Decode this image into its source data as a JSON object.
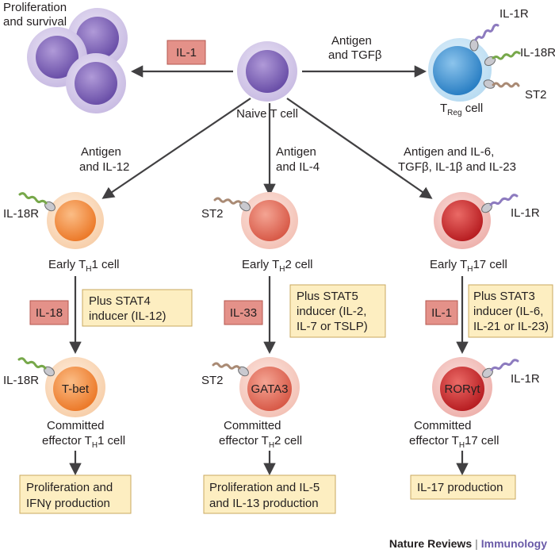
{
  "colors": {
    "purple_cell": "#8a6fc0",
    "treg_cell": "#3a8fd0",
    "th1_cell": "#f08a3c",
    "th2_cell": "#e06a58",
    "th17_cell": "#c8282a",
    "cytokine_box": "#e49189",
    "note_box": "#fdeec1",
    "arrow": "#414042"
  },
  "top": {
    "prolif_label": [
      "Proliferation",
      "and survival"
    ],
    "il1_box": "IL-1",
    "naive_label": "Naive T cell",
    "treg_arrow_label": [
      "Antigen",
      "and TGFβ"
    ],
    "treg_receptors": [
      "IL-1R",
      "IL-18R",
      "ST2"
    ],
    "treg_label_main": "T",
    "treg_label_sub": "Reg",
    "treg_label_tail": " cell"
  },
  "branches": [
    {
      "arrow_label": [
        "Antigen",
        "and IL-12"
      ],
      "receptor": "IL-18R",
      "early_main": "Early T",
      "early_sub": "H",
      "early_tail": "1 cell",
      "cytokine": "IL-18",
      "inducer": [
        "Plus STAT4",
        "inducer (IL-12)"
      ],
      "tf": "T-bet",
      "committed": "Committed",
      "effector_main": "effector T",
      "effector_sub": "H",
      "effector_tail": "1 cell",
      "outcome": [
        "Proliferation and",
        "IFNγ production"
      ]
    },
    {
      "arrow_label": [
        "Antigen",
        "and IL-4"
      ],
      "receptor": "ST2",
      "early_main": "Early T",
      "early_sub": "H",
      "early_tail": "2 cell",
      "cytokine": "IL-33",
      "inducer": [
        "Plus STAT5",
        "inducer (IL-2,",
        "IL-7 or TSLP)"
      ],
      "tf": "GATA3",
      "committed": "Committed",
      "effector_main": "effector T",
      "effector_sub": "H",
      "effector_tail": "2 cell",
      "outcome": [
        "Proliferation and IL-5",
        "and IL-13 production"
      ]
    },
    {
      "arrow_label": [
        "Antigen and IL-6,",
        "TGFβ, IL-1β and IL-23"
      ],
      "receptor": "IL-1R",
      "early_main": "Early T",
      "early_sub": "H",
      "early_tail": "17 cell",
      "cytokine": "IL-1",
      "inducer": [
        "Plus STAT3",
        "inducer (IL-6,",
        "IL-21 or IL-23)"
      ],
      "tf": "RORγt",
      "committed": "Committed",
      "effector_main": "effector T",
      "effector_sub": "H",
      "effector_tail": "17 cell",
      "outcome": [
        "IL-17 production"
      ]
    }
  ],
  "footer": {
    "journal": "Nature Reviews",
    "separator": "|",
    "section": "Immunology"
  }
}
